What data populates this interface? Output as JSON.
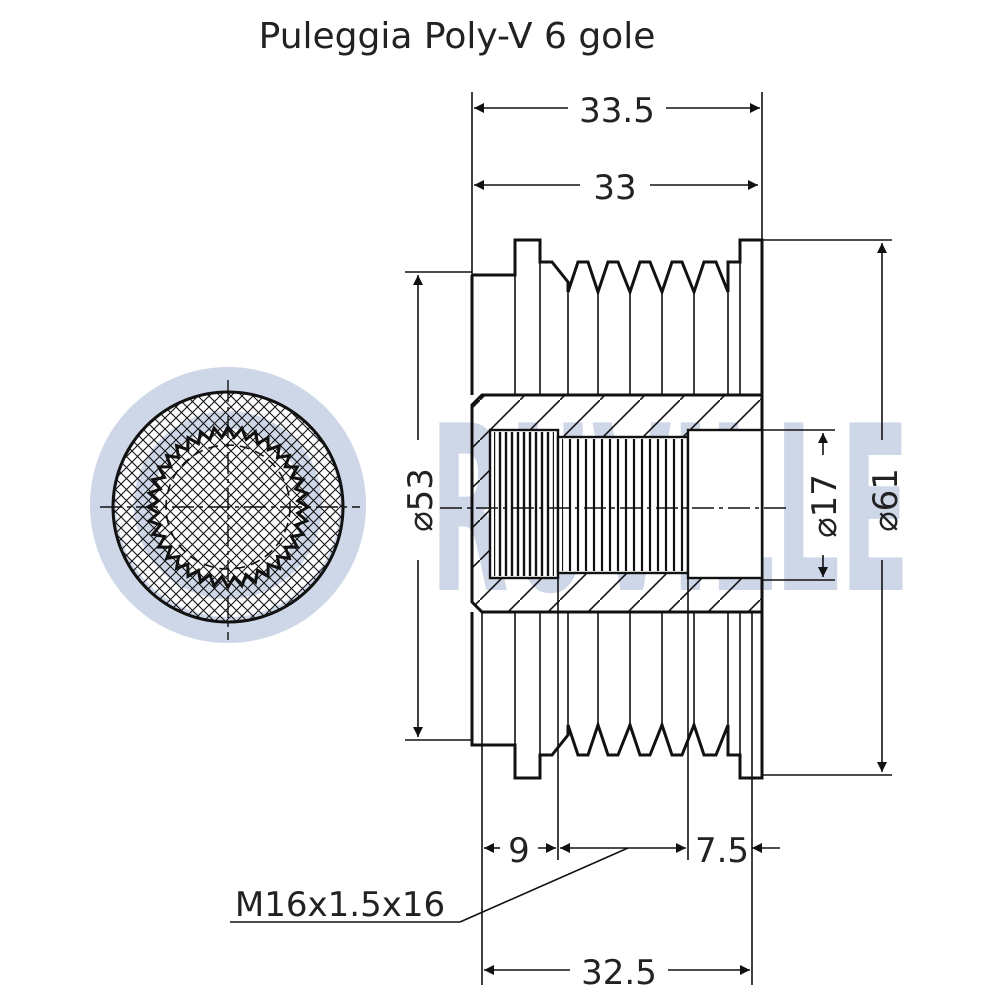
{
  "title": "Puleggia Poly-V 6 gole",
  "watermark": {
    "text": "RUVILLE",
    "color": "#c9d3e6"
  },
  "dimensions": {
    "overall_length_top": "33.5",
    "overall_length": "33",
    "groove_diameter": "53",
    "outer_diameter": "61",
    "bore_diameter": "17",
    "thread_length_left": "9",
    "thread_length_right": "7.5",
    "thread_spec": "M16x1.5x16",
    "overall_length_bottom": "32.5"
  },
  "symbols": {
    "diameter": "⌀"
  },
  "colors": {
    "line": "#111111",
    "background": "#ffffff"
  }
}
